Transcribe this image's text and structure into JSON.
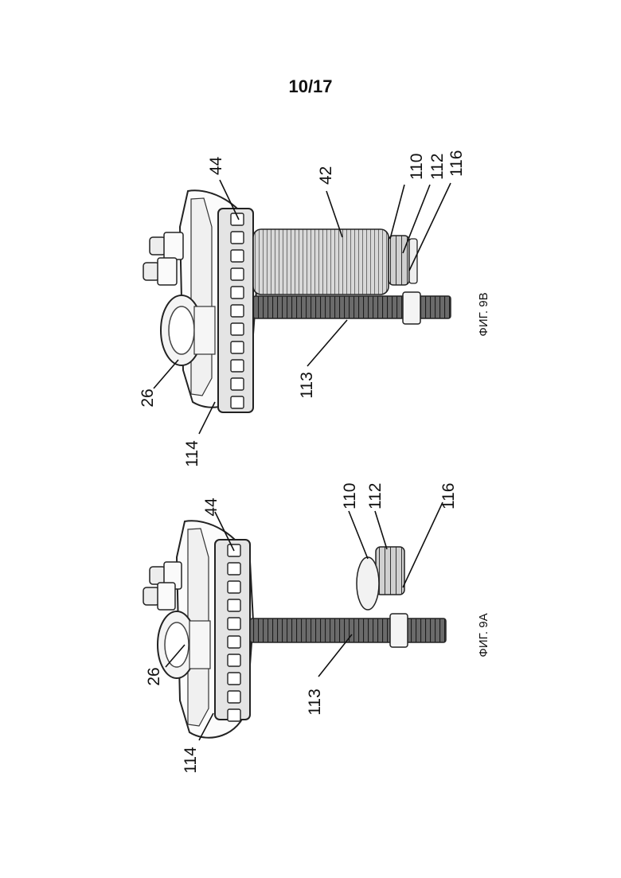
{
  "page_number": "10/17",
  "figures": [
    {
      "caption": "ФИГ. 9А",
      "labels": {
        "l26": "26",
        "l44": "44",
        "l110": "110",
        "l112": "112",
        "l116": "116",
        "l113": "113",
        "l114": "114"
      }
    },
    {
      "caption": "ФИГ. 9В",
      "labels": {
        "l26": "26",
        "l44": "44",
        "l42": "42",
        "l110": "110",
        "l112": "112",
        "l116": "116",
        "l113": "113",
        "l114": "114"
      }
    }
  ]
}
